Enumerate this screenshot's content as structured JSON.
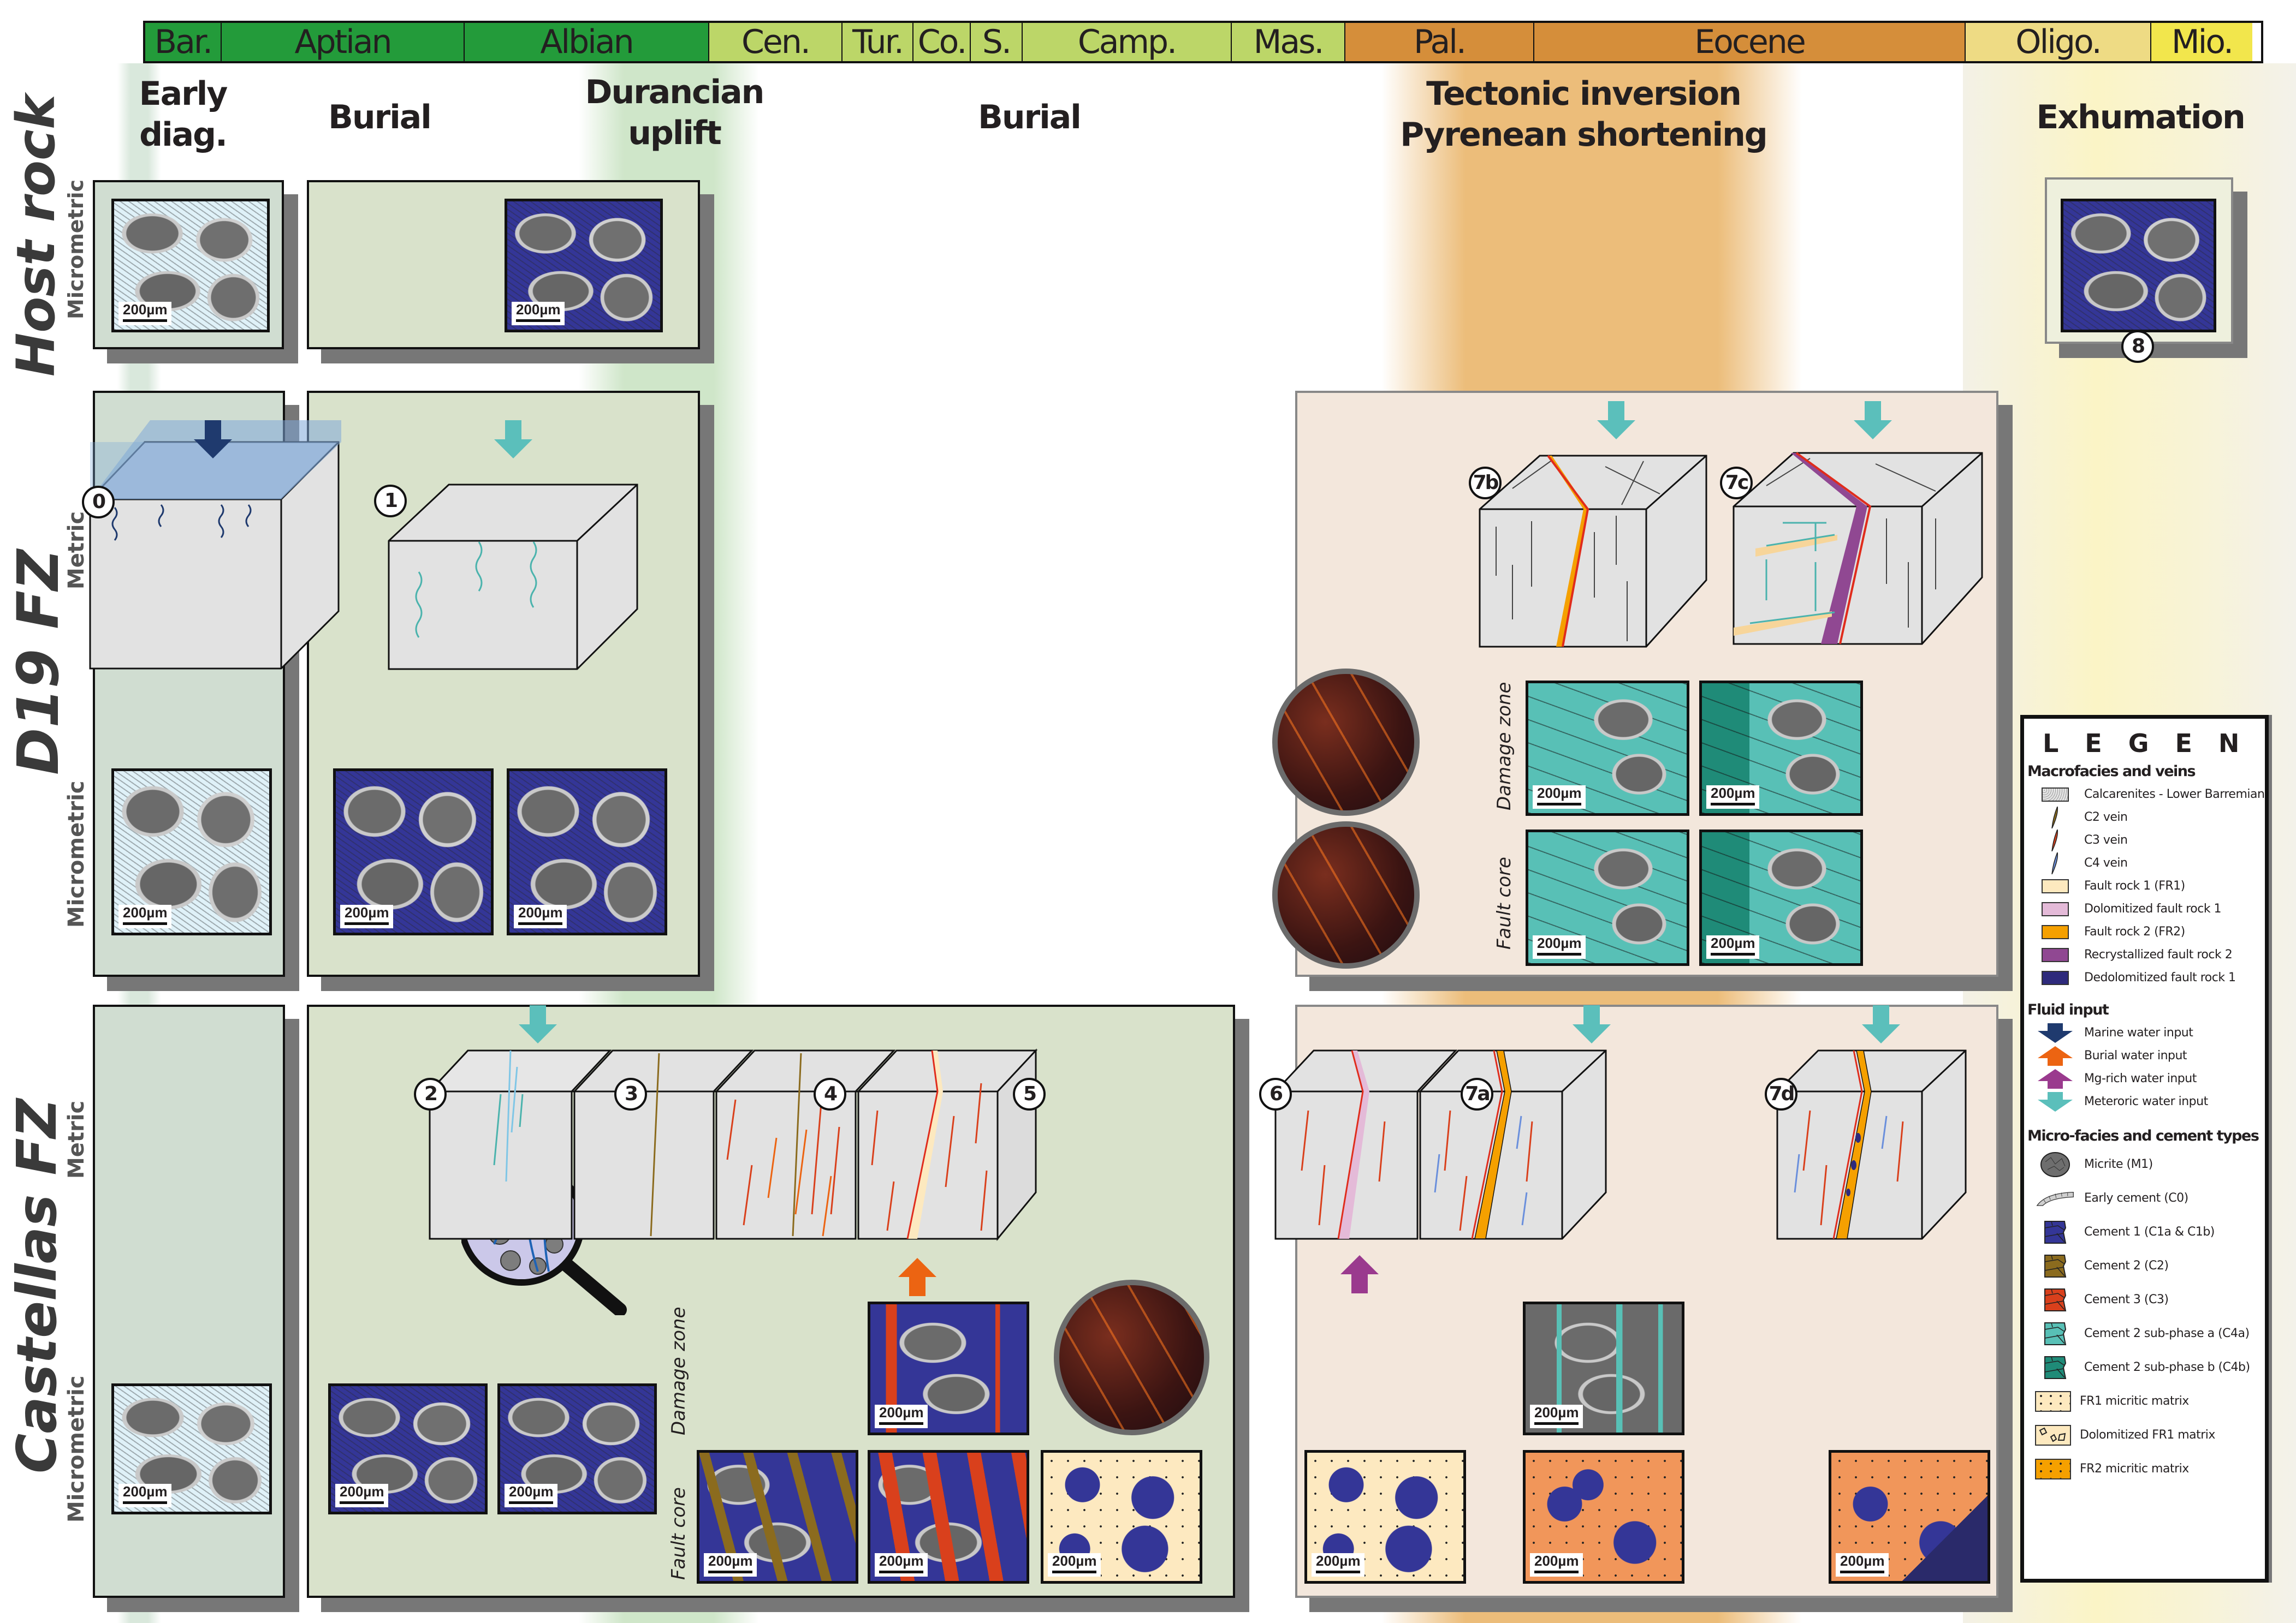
{
  "timeline": {
    "stages": [
      {
        "label": "Bar.",
        "color": "#239b3a"
      },
      {
        "label": "Aptian",
        "color": "#239b3a"
      },
      {
        "label": "Albian",
        "color": "#239b3a"
      },
      {
        "label": "Cen.",
        "color": "#bcd668"
      },
      {
        "label": "Tur.",
        "color": "#bcd668"
      },
      {
        "label": "Co.",
        "color": "#bcd668"
      },
      {
        "label": "S.",
        "color": "#bcd668"
      },
      {
        "label": "Camp.",
        "color": "#bcd668"
      },
      {
        "label": "Mas.",
        "color": "#bcd668"
      },
      {
        "label": "Pal.",
        "color": "#d58e3a"
      },
      {
        "label": "Eocene",
        "color": "#d58e3a"
      },
      {
        "label": "Oligo.",
        "color": "#eedb84"
      },
      {
        "label": "Mio.",
        "color": "#f2e64c"
      }
    ]
  },
  "phases": {
    "early_diag": [
      "Early",
      "diag."
    ],
    "burial1": "Burial",
    "durancian": [
      "Durancian",
      "uplift"
    ],
    "burial2": "Burial",
    "tectonic": [
      "Tectonic inversion",
      "Pyrenean shortening"
    ],
    "exhumation": "Exhumation"
  },
  "rows": {
    "host_rock": {
      "title": "Host rock",
      "sub": "Micrometric"
    },
    "d19": {
      "title": "D19 FZ",
      "sub_metric": "Metric",
      "sub_micro": "Micrometric"
    },
    "castellas": {
      "title": "Castellas FZ",
      "sub_metric": "Metric",
      "sub_micro": "Micrometric"
    }
  },
  "scale_bar": "200µm",
  "stage_numbers": {
    "s0": "0",
    "s1": "1",
    "s2": "2",
    "s3": "3",
    "s4": "4",
    "s5": "5",
    "s6": "6",
    "s7a": "7a",
    "s7b": "7b",
    "s7c": "7c",
    "s7d": "7d",
    "s8": "8"
  },
  "zones": {
    "damage": "Damage zone",
    "core": "Fault core"
  },
  "colors": {
    "marine_arrow": "#1f3a6e",
    "meteoric_arrow": "#5bbfbb",
    "burial_arrow": "#ec6412",
    "mg_arrow": "#9a3a8e",
    "fr1": "#fde9bf",
    "dolo_fr1": "#e4bad8",
    "fr2": "#f5a000",
    "recryst_fr2": "#904892",
    "dedolo_fr1": "#2e2a7c",
    "c2": "#8b6b1e",
    "c3": "#d9401c",
    "c4": "#5b8bd6"
  },
  "legend": {
    "title": "LEGEND",
    "sections": {
      "macro": "Macrofacies and veins",
      "fluid": "Fluid input",
      "micro": "Micro-facies and cement types"
    },
    "macro_items": [
      {
        "label": "Calcarenites - Lower Barremian",
        "icon": "stipple-swatch",
        "color": "#e4e4e4"
      },
      {
        "label": "C2 vein",
        "icon": "vein-lens",
        "color": "#8b6b1e"
      },
      {
        "label": "C3 vein",
        "icon": "vein-lens",
        "color": "#d9401c"
      },
      {
        "label": "C4 vein",
        "icon": "vein-lens",
        "color": "#6a8fdc"
      },
      {
        "label": "Fault rock 1 (FR1)",
        "icon": "swatch",
        "color": "#fde9bf"
      },
      {
        "label": "Dolomitized fault rock 1",
        "icon": "swatch",
        "color": "#e4bad8"
      },
      {
        "label": "Fault rock 2 (FR2)",
        "icon": "swatch",
        "color": "#f5a000"
      },
      {
        "label": "Recrystallized fault rock 2",
        "icon": "swatch",
        "color": "#904892"
      },
      {
        "label": "Dedolomitized fault rock 1",
        "icon": "swatch",
        "color": "#2e2a7c"
      }
    ],
    "fluid_items": [
      {
        "label": "Marine water input",
        "icon": "arrow-down",
        "color": "#1f3a6e"
      },
      {
        "label": "Burial water input",
        "icon": "arrow-up",
        "color": "#ec6412"
      },
      {
        "label": "Mg-rich water input",
        "icon": "arrow-up",
        "color": "#9a3a8e"
      },
      {
        "label": "Meteroric water input",
        "icon": "arrow-down",
        "color": "#5bbfbb"
      }
    ],
    "micro_items": [
      {
        "label": "Micrite (M1)",
        "icon": "micrite-grain",
        "color": "#6e6e6e"
      },
      {
        "label": "Early cement (C0)",
        "icon": "fringe-cement",
        "color": "#cfcfcf"
      },
      {
        "label": "Cement 1 (C1a & C1b)",
        "icon": "cement-block",
        "color": "#343697"
      },
      {
        "label": "Cement 2 (C2)",
        "icon": "cement-block",
        "color": "#8b6b1e"
      },
      {
        "label": "Cement 3 (C3)",
        "icon": "cement-block",
        "color": "#d9401c"
      },
      {
        "label": "Cement 2 sub-phase a (C4a)",
        "icon": "cement-block",
        "color": "#58c0b6"
      },
      {
        "label": "Cement 2 sub-phase b (C4b)",
        "icon": "cement-block",
        "color": "#1f8b78"
      },
      {
        "label": "FR1 micritic matrix",
        "icon": "dotted-swatch",
        "color": "#fde9bf"
      },
      {
        "label": "Dolomitized FR1 matrix",
        "icon": "rhomb-swatch",
        "color": "#fde9bf"
      },
      {
        "label": "FR2 micritic matrix",
        "icon": "dotted-swatch",
        "color": "#f5a000"
      }
    ],
    "c1_letters": {
      "a": "a",
      "b": "b"
    }
  }
}
